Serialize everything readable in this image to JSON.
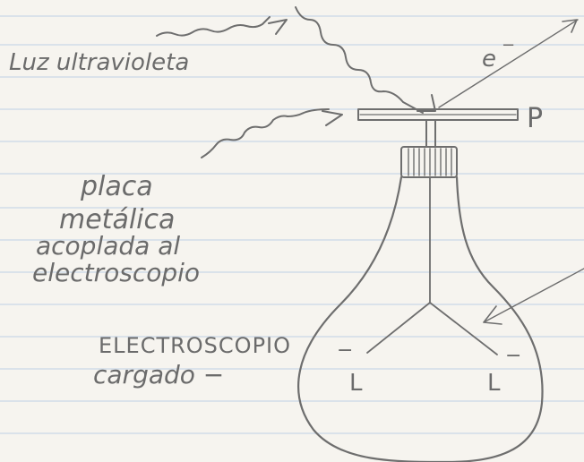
{
  "labels": {
    "light": "Luz ultravioleta",
    "electron": "e",
    "electron_charge": "−",
    "plate_letter": "P",
    "plate_desc": [
      "placa",
      "metálica",
      "acoplada al",
      "electroscopio"
    ],
    "electroscope_desc": [
      "ELECTROSCOPIO",
      "cargado −"
    ],
    "leaf_left": "L",
    "leaf_right": "L",
    "leaf_charge_left": "−",
    "leaf_charge_right": "−"
  },
  "colors": {
    "paper": "#f6f4ef",
    "rule_lines": "#c9d6e6",
    "margin_line": "#d7b3c4",
    "pencil": "#6e6e6e"
  }
}
